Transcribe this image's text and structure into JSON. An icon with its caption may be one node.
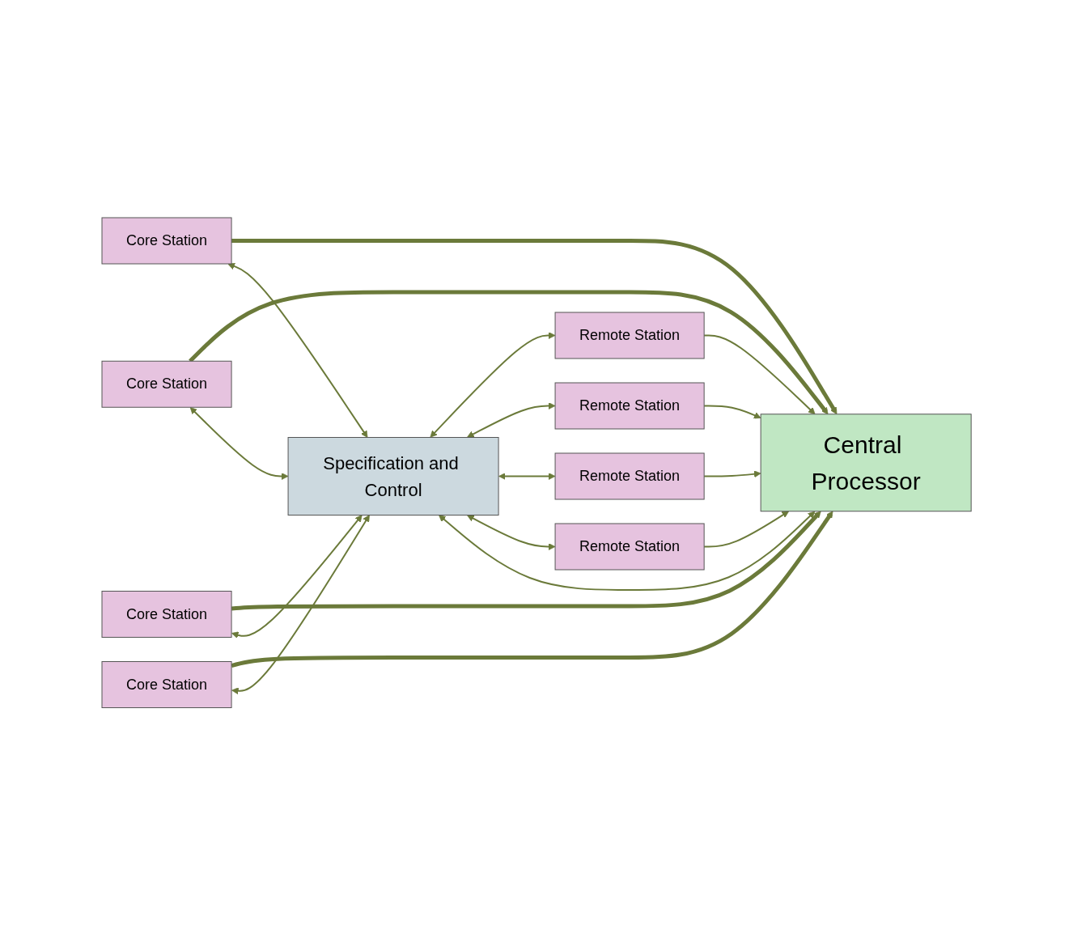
{
  "diagram": {
    "nodes": [
      {
        "text": [
          "Specification and Control"
        ]
      },
      {
        "text": [
          "Remote Station"
        ]
      },
      {
        "text": [
          "Remote Station"
        ]
      },
      {
        "text": [
          "Remote Station"
        ]
      },
      {
        "text": [
          "Remote Station"
        ]
      },
      {
        "text": [
          "Central Processor"
        ]
      },
      {
        "text": [
          "Core Station"
        ]
      },
      {
        "text": [
          "Core Station"
        ]
      },
      {
        "text": [
          "Core Station"
        ]
      },
      {
        "text": [
          "Core Station"
        ]
      }
    ],
    "edges": [
      {
        "from": 0,
        "to": 1,
        "arrow": "both"
      },
      {
        "from": 1,
        "to": 5,
        "arrow": "to"
      },
      {
        "from": 6,
        "to": 5,
        "arrow": "to",
        "style": "thick"
      },
      {
        "from": 6,
        "to": 0,
        "arrow": "both"
      },
      {
        "from": 0,
        "to": 2,
        "arrow": "both"
      },
      {
        "from": 2,
        "to": 5,
        "arrow": "to"
      },
      {
        "from": 7,
        "to": 5,
        "arrow": "to",
        "style": "thick"
      },
      {
        "from": 7,
        "to": 0,
        "arrow": "both"
      },
      {
        "from": 0,
        "to": 3,
        "arrow": "both"
      },
      {
        "from": 3,
        "to": 5,
        "arrow": "to"
      },
      {
        "from": 8,
        "to": 5,
        "arrow": "to",
        "style": "thick"
      },
      {
        "from": 8,
        "to": 0,
        "arrow": "both"
      },
      {
        "from": 0,
        "to": 4,
        "arrow": "both"
      },
      {
        "from": 4,
        "to": 5,
        "arrow": "to"
      },
      {
        "from": 9,
        "to": 5,
        "arrow": "to",
        "style": "thick"
      },
      {
        "from": 9,
        "to": 0,
        "arrow": "both"
      },
      {
        "from": 5,
        "to": 0,
        "arrow": "both"
      }
    ]
  }
}
